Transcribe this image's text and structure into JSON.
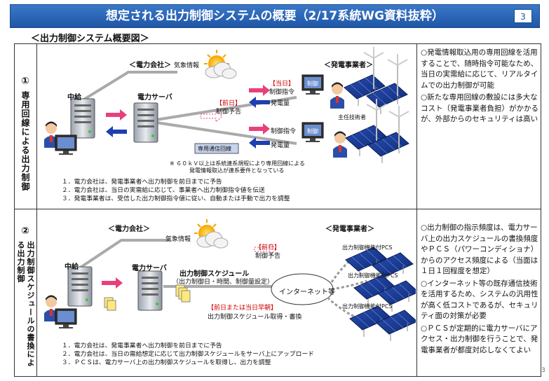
{
  "header": {
    "title": "想定される出力制御システムの概要（2/17系統WG資料抜粋）",
    "page_number": "3"
  },
  "subtitle": "＜出力制御システム概要図＞",
  "section1": {
    "number": "①",
    "label": "専用回線による出力制御",
    "power_company": "＜電力会社＞",
    "weather": "気象情報",
    "producer": "＜発電事業者＞",
    "central": "中給",
    "server": "電力サーバ",
    "prev_day": "【前日】",
    "schedule_notice": "制御予告",
    "same_day": "【当日】",
    "control_cmd": "制御指令",
    "control_cmd2": "制御指令",
    "generation": "発電量",
    "generation2": "発電量",
    "control_box": "制御",
    "control_box2": "制御",
    "engineer": "主任技術者",
    "dedicated_line": "専用通信回線",
    "footnote_line1": "※ ６０ｋＶ以上は系統連系規程により専用回線による",
    "footnote_line2": "発電情報取込が連系要件となっている",
    "notes": [
      "１．電力会社は、発電事業者へ出力制御を前日までに予告",
      "２．電力会社は、当日の実需給に応じて、事業者へ出力制御指令値を伝送",
      "３．発電事業者は、受信した出力制御指令値に従い、自動または手動で出力を調整"
    ],
    "description": [
      "○発電情報取込用の専用回線を活用することで、随時指令可能なため、当日の実需給に応じて、リアルタイムでの出力制御が可能",
      "○新たな専用回線の敷設には多大なコスト（発電事業者負担）がかかるが、外部からのセキュリティは高い"
    ]
  },
  "section2": {
    "number": "②",
    "label": "出力制御スケジュールの書換による出力制御",
    "power_company": "＜電力会社＞",
    "weather": "気象情報",
    "producer": "＜発電事業者＞",
    "central": "中給",
    "server": "電力サーバ",
    "schedule": "出力制御スケジュール",
    "schedule_detail": "（出力制御日・時間、制御量設定）",
    "prev_day": "【前日】",
    "schedule_notice": "制御予告",
    "internet": "インターネット等",
    "fetch_label": "【前日または当日早朝】",
    "fetch_detail": "出力制御スケジュール取得・書換",
    "pcs1": "出力制御機能付PCS",
    "pcs2": "出力制御機能付PCS",
    "pcs3": "出力制御機能付PCS",
    "notes": [
      "１．電力会社は、発電事業者へ出力制御を前日までに予告",
      "２．電力会社は、当日の需給想定に応じて出力制御スケジュールをサーバ上にアップロード",
      "３．ＰＣＳは、電力サーバ上の出力制御スケジュールを取得し、出力を調整"
    ],
    "description": [
      "○出力制御の指示頻度は、電力サーバ上の出力スケジュールの書換頻度やＰＣＳ（パワーコンディショナ）からのアクセス頻度による（当面は１日１回程度を想定）",
      "○インターネット等の既存通信技術を活用するため、システムの汎用性が高く低コストであるが、セキュリティ面の対策が必要",
      "○ＰＣＳが定期的に電力サーバにアクセス・出力制御を行うことで、発電事業者が都度対応しなくてよい"
    ]
  },
  "colors": {
    "title_bg": "#1f56a6",
    "arrow_pink": "#e8407a",
    "arrow_blue": "#1e3fb0",
    "control_red": "#e03030",
    "dedicated_box": "#c8d4ee"
  },
  "page_corner": "3"
}
